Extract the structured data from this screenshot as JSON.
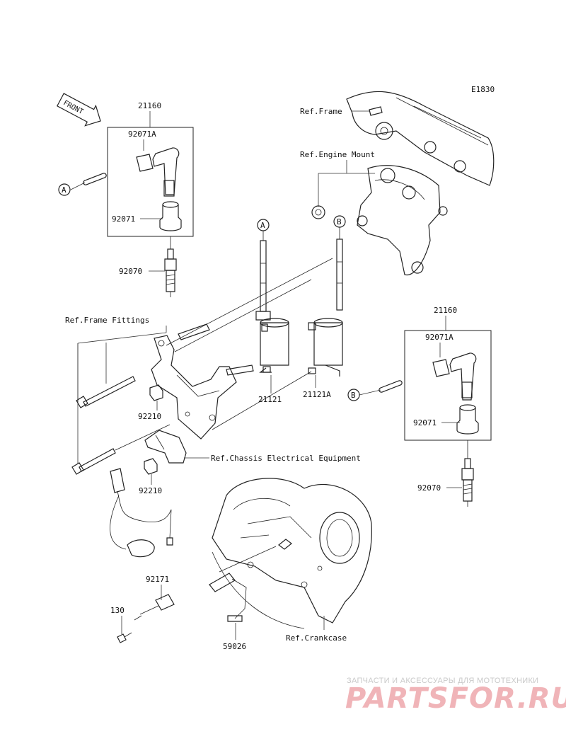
{
  "diagram_id": "E1830",
  "front_label": "FRONT",
  "labels": {
    "p21160_left": "21160",
    "p92071A_left": "92071A",
    "p92071_left": "92071",
    "p92070_left": "92070",
    "ref_A_left": "A",
    "p21160_right": "21160",
    "p92071A_right": "92071A",
    "p92071_right": "92071",
    "p92070_right": "92070",
    "ref_B_right": "B",
    "coil_A": "A",
    "coil_B": "B",
    "ref_frame": "Ref.Frame",
    "ref_engine_mount": "Ref.Engine Mount",
    "ref_frame_fittings": "Ref.Frame Fittings",
    "p21121": "21121",
    "p21121A": "21121A",
    "p92210_top": "92210",
    "p92210_bottom": "92210",
    "ref_chassis": "Ref.Chassis Electrical Equipment",
    "p92171": "92171",
    "p130": "130",
    "p59026": "59026",
    "ref_crankcase": "Ref.Crankcase"
  },
  "watermark": {
    "top_text": "ЗАПЧАСТИ И АКСЕССУАРЫ ДЛЯ МОТОТЕХНИКИ",
    "logo_text": "PARTSFOR.RU",
    "logo_color": "#f0b4b8"
  }
}
